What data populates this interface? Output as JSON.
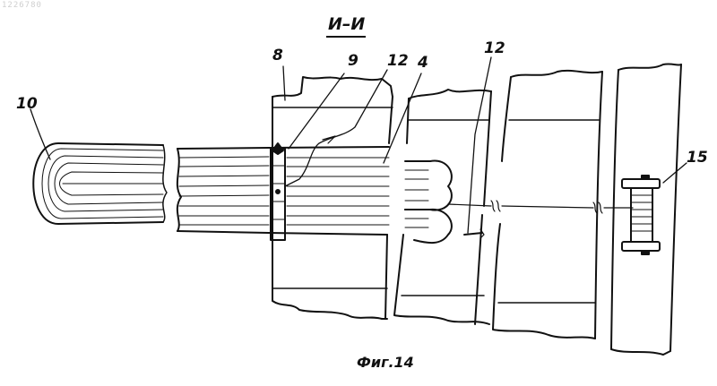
{
  "document": {
    "id_text": "1226780",
    "section_title": "И–И",
    "figure_caption": "Фиг.14"
  },
  "callouts": [
    {
      "id": "label-10",
      "text": "10"
    },
    {
      "id": "label-8",
      "text": "8"
    },
    {
      "id": "label-9",
      "text": "9"
    },
    {
      "id": "label-12a",
      "text": "12"
    },
    {
      "id": "label-4",
      "text": "4"
    },
    {
      "id": "label-12b",
      "text": "12"
    },
    {
      "id": "label-15",
      "text": "15"
    }
  ],
  "colors": {
    "ink": "#111111",
    "paper": "#ffffff"
  }
}
